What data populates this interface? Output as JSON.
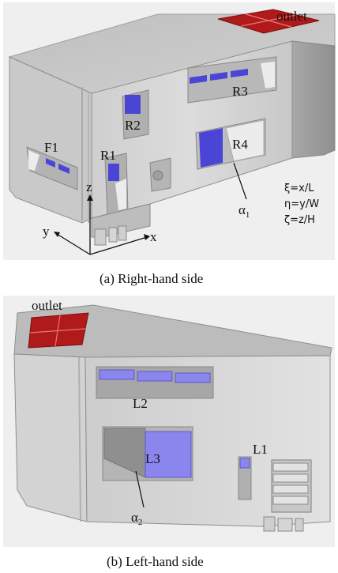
{
  "panel_a": {
    "outlet_label": "outlet",
    "region_labels": {
      "F1": "F1",
      "R1": "R1",
      "R2": "R2",
      "R3": "R3",
      "R4": "R4"
    },
    "angle_label_base": "α",
    "angle_label_sub": "1",
    "axis_labels": {
      "x": "x",
      "y": "y",
      "z": "z"
    },
    "equations": [
      "ξ=x/L",
      "η=y/W",
      "ζ=z/H"
    ],
    "caption": "(a)  Right-hand side"
  },
  "panel_b": {
    "outlet_label": "outlet",
    "region_labels": {
      "L1": "L1",
      "L2": "L2",
      "L3": "L3"
    },
    "angle_label_base": "α",
    "angle_label_sub": "2",
    "caption": "(b)  Left-hand side"
  },
  "colors": {
    "background": "#ffffff",
    "body_light": "#d9d9d9",
    "body_mid": "#c4c4c4",
    "body_dark": "#9a9a9a",
    "outlet_red": "#b01a1a",
    "opening_blue": "#4b45d6",
    "opening_blue_light": "#8a86ee",
    "panel_bg": "#ededed"
  }
}
